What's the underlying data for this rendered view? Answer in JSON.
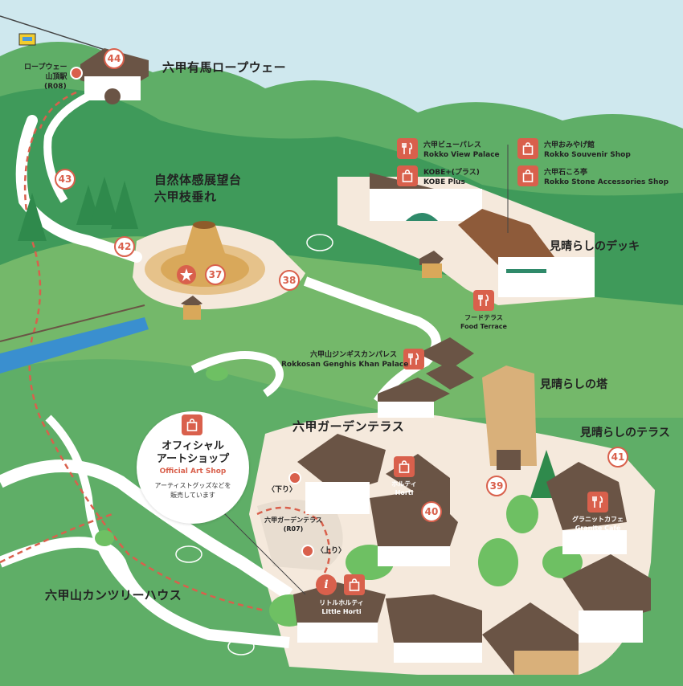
{
  "map": {
    "labels": {
      "ropeway": "六甲有馬ロープウェー",
      "ropeway_station": "ロープウェー\n山頂駅",
      "ropeway_station_code": "(R08)",
      "observatory_line1": "自然体感展望台",
      "observatory_line2": "六甲枝垂れ",
      "view_deck": "見晴らしのデッキ",
      "view_tower": "見晴らしの塔",
      "view_terrace": "見晴らしのテラス",
      "garden_terrace": "六甲ガーデンテラス",
      "country_house": "六甲山カンツリーハウス",
      "bus_down": "〈下り〉",
      "bus_up": "〈上り〉",
      "bus_stop": "六甲ガーデンテラス",
      "bus_stop_code": "(R07)"
    },
    "facilities": {
      "view_palace_jp": "六甲ビューパレス",
      "view_palace_en": "Rokko View Palace",
      "kobe_plus_jp": "KOBE+(プラス)",
      "kobe_plus_en": "KOBE Plus",
      "souvenir_jp": "六甲おみやげ館",
      "souvenir_en": "Rokko Souvenir Shop",
      "stone_jp": "六甲石ころ亭",
      "stone_en": "Rokko Stone Accessories Shop",
      "food_terrace_jp": "フードテラス",
      "food_terrace_en": "Food Terrace",
      "genghis_jp": "六甲山ジンギスカンパレス",
      "genghis_en": "Rokkosan Genghis Khan Palace",
      "horti_jp": "ホルティ",
      "horti_en": "Horti",
      "granite_jp": "グラニットカフェ",
      "granite_en": "Granite Café",
      "little_horti_jp": "リトルホルティ",
      "little_horti_en": "Little Horti"
    },
    "art_shop": {
      "title_line1": "オフィシャル",
      "title_line2": "アートショップ",
      "title_en": "Official Art Shop",
      "desc_line1": "アーティストグッズなどを",
      "desc_line2": "販売しています"
    },
    "pins": {
      "p37": "37",
      "p38": "38",
      "p39": "39",
      "p40": "40",
      "p41": "41",
      "p42": "42",
      "p43": "43",
      "p44": "44"
    },
    "colors": {
      "accent": "#d9604c",
      "grass": "#74b86a",
      "forest": "#3f9a5a",
      "path": "#f5e9dc",
      "roof": "#6a5445",
      "water": "#3a8fcf",
      "sky": "#cfe8ee"
    }
  }
}
